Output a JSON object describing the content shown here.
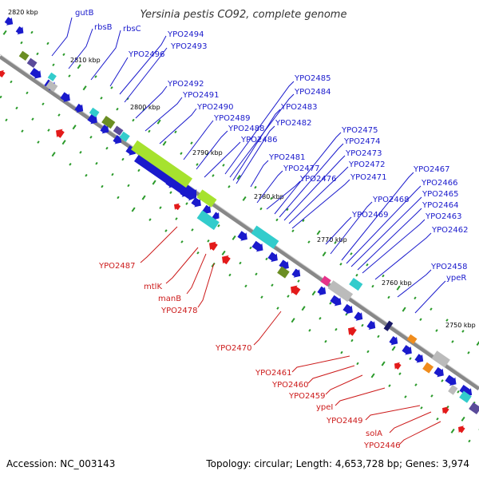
{
  "header": {
    "title": "Yersinia pestis CO92, complete genome"
  },
  "footer": {
    "accession": "Accession: NC_003143",
    "summary": "Topology: circular; Length: 4,653,728 bp; Genes: 3,974"
  },
  "colors": {
    "forward_gene": "#1a1acc",
    "reverse_gene": "#e31a1a",
    "label_forward": "#1a1acc",
    "label_reverse": "#cc1a1a",
    "backbone": "#808080",
    "tick_green": "#2a9a2a",
    "cog_light_green": "#a6e22e",
    "cog_cyan": "#33cccc",
    "cog_olive": "#6b8e23",
    "cog_purple": "#5a4b9a",
    "cog_gray": "#bbbbbb",
    "cog_pink": "#e6338a",
    "cog_orange": "#f08c1c",
    "cog_navy": "#1a1a66"
  },
  "kbp_labels": [
    "2820 kbp",
    "2810 kbp",
    "2800 kbp",
    "2790 kbp",
    "2780 kbp",
    "2770 kbp",
    "2760 kbp",
    "2750 kbp"
  ],
  "forward_labels": [
    "gutB",
    "rbsB",
    "rbsC",
    "YPO2494",
    "YPO2493",
    "YPO2496",
    "YPO2492",
    "YPO2491",
    "YPO2490",
    "YPO2489",
    "YPO2488",
    "YPO2486",
    "YPO2485",
    "YPO2484",
    "YPO2483",
    "YPO2482",
    "YPO2481",
    "YPO2477",
    "YPO2476",
    "YPO2475",
    "YPO2474",
    "YPO2473",
    "YPO2472",
    "YPO2471",
    "YPO2468",
    "YPO2469",
    "YPO2467",
    "YPO2466",
    "YPO2465",
    "YPO2464",
    "YPO2463",
    "YPO2462",
    "YPO2458",
    "ypeR"
  ],
  "reverse_labels": [
    "YPO2487",
    "mtlK",
    "manB",
    "YPO2478",
    "YPO2470",
    "YPO2461",
    "YPO2460",
    "YPO2459",
    "ypeI",
    "YPO2449",
    "solA",
    "YPO2446"
  ]
}
